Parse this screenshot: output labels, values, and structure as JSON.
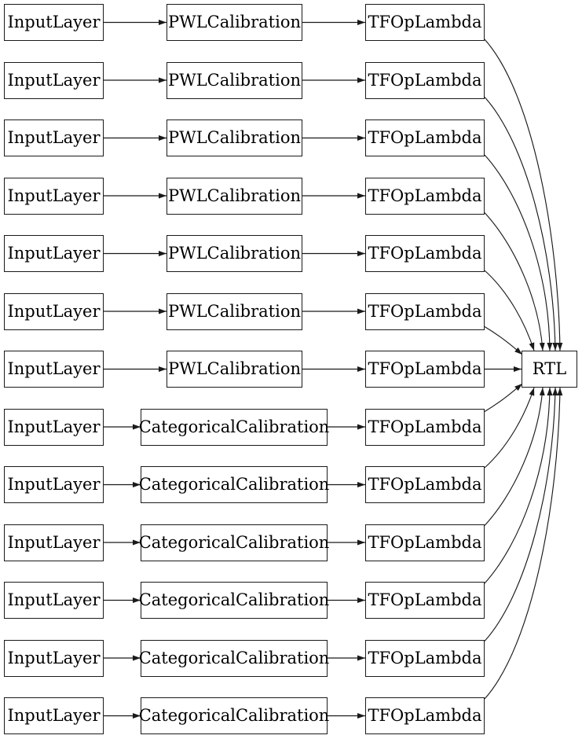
{
  "diagram": {
    "output_label": "RTL",
    "rows": [
      {
        "input_label": "InputLayer",
        "calibration_label": "PWLCalibration",
        "calibration_type": "pwl",
        "lambda_label": "TFOpLambda"
      },
      {
        "input_label": "InputLayer",
        "calibration_label": "PWLCalibration",
        "calibration_type": "pwl",
        "lambda_label": "TFOpLambda"
      },
      {
        "input_label": "InputLayer",
        "calibration_label": "PWLCalibration",
        "calibration_type": "pwl",
        "lambda_label": "TFOpLambda"
      },
      {
        "input_label": "InputLayer",
        "calibration_label": "PWLCalibration",
        "calibration_type": "pwl",
        "lambda_label": "TFOpLambda"
      },
      {
        "input_label": "InputLayer",
        "calibration_label": "PWLCalibration",
        "calibration_type": "pwl",
        "lambda_label": "TFOpLambda"
      },
      {
        "input_label": "InputLayer",
        "calibration_label": "PWLCalibration",
        "calibration_type": "pwl",
        "lambda_label": "TFOpLambda"
      },
      {
        "input_label": "InputLayer",
        "calibration_label": "PWLCalibration",
        "calibration_type": "pwl",
        "lambda_label": "TFOpLambda"
      },
      {
        "input_label": "InputLayer",
        "calibration_label": "CategoricalCalibration",
        "calibration_type": "categorical",
        "lambda_label": "TFOpLambda"
      },
      {
        "input_label": "InputLayer",
        "calibration_label": "CategoricalCalibration",
        "calibration_type": "categorical",
        "lambda_label": "TFOpLambda"
      },
      {
        "input_label": "InputLayer",
        "calibration_label": "CategoricalCalibration",
        "calibration_type": "categorical",
        "lambda_label": "TFOpLambda"
      },
      {
        "input_label": "InputLayer",
        "calibration_label": "CategoricalCalibration",
        "calibration_type": "categorical",
        "lambda_label": "TFOpLambda"
      },
      {
        "input_label": "InputLayer",
        "calibration_label": "CategoricalCalibration",
        "calibration_type": "categorical",
        "lambda_label": "TFOpLambda"
      },
      {
        "input_label": "InputLayer",
        "calibration_label": "CategoricalCalibration",
        "calibration_type": "categorical",
        "lambda_label": "TFOpLambda"
      }
    ],
    "colors": {
      "background": "#ffffff",
      "node_fill": "#ffffff",
      "node_border": "#1a1a1a",
      "edge": "#1a1a1a"
    }
  }
}
